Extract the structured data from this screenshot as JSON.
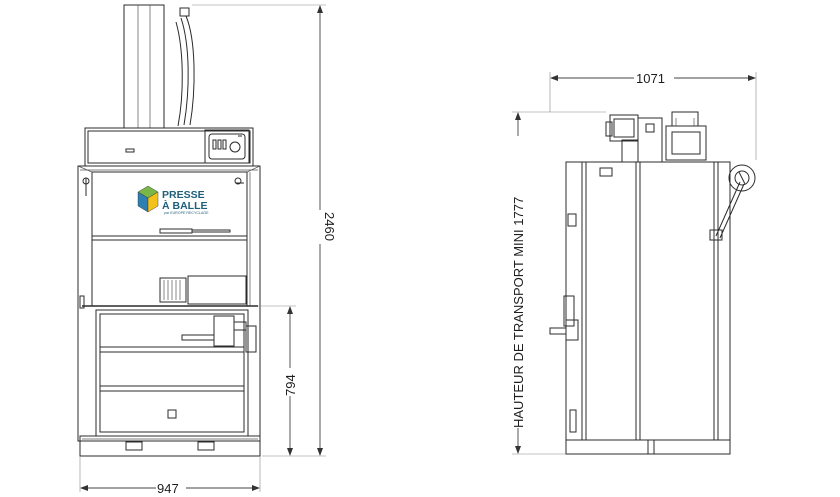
{
  "dimensions": {
    "front_width": "947",
    "front_height": "2460",
    "door_height": "794",
    "side_depth": "1071",
    "transport_height": "HAUTEUR DE TRANSPORT MINI 1777"
  },
  "logo": {
    "line1": "PRESSE",
    "line2": "À BALLE",
    "subline": "par EUROPE RECYCLAGE"
  },
  "colors": {
    "line": "#2b2b2b",
    "logo_text": "#1f5f7a",
    "logo_cube_green": "#7ab648",
    "logo_cube_blue": "#2f7fb0",
    "logo_cube_yellow": "#f2c21b"
  }
}
